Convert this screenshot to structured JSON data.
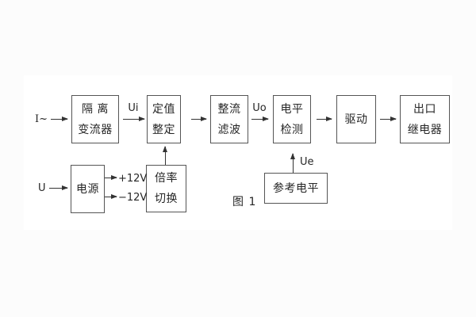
{
  "figure": {
    "caption": "图 1"
  },
  "blocks": {
    "isolation_transformer": {
      "line1": "隔 离",
      "line2": "变流器"
    },
    "setting_adjust": {
      "line1": "定值",
      "line2": "整定"
    },
    "rectifier_filter": {
      "line1": "整流",
      "line2": "滤波"
    },
    "level_detect": {
      "line1": "电平",
      "line2": "检测"
    },
    "drive": {
      "line1": "驱动"
    },
    "output_relay": {
      "line1": "出口",
      "line2": "继电器"
    },
    "power_supply": {
      "line1": "电源"
    },
    "ratio_switch": {
      "line1": "倍率",
      "line2": "切换"
    },
    "reference_level": {
      "line1": "参考电平"
    }
  },
  "signals": {
    "input_current": "I~",
    "input_voltage": "U",
    "ui": "Ui",
    "uo": "Uo",
    "ue": "Ue",
    "plus_12v": "+12V",
    "minus_12v": "−12V"
  },
  "colors": {
    "line": "#333333",
    "border": "#555555",
    "text": "#262626",
    "background": "#ffffff"
  }
}
